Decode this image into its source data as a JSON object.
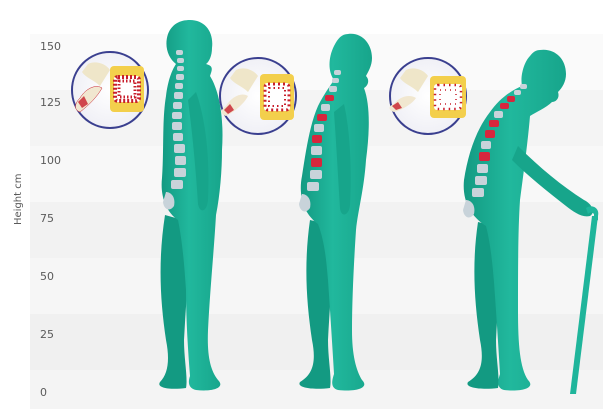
{
  "axis": {
    "label": "Height cm",
    "ticks": [
      "150",
      "125",
      "100",
      "75",
      "50",
      "25",
      "0"
    ]
  },
  "figures": [
    {
      "stage": "normal",
      "posture": "upright"
    },
    {
      "stage": "moderate",
      "posture": "slightly-stooped"
    },
    {
      "stage": "severe",
      "posture": "stooped-with-cane"
    }
  ],
  "colors": {
    "figure": "#1fb59b",
    "figure_dark": "#139a82",
    "spine_bone": "#c8d3da",
    "spine_fracture": "#d7263d",
    "bone_yellow": "#f3cf4c",
    "marrow_red": "#c81e2b",
    "inset_border": "#3a3f8f",
    "band_light": "#f6f6f6",
    "band_dark": "#ececec"
  },
  "icons": [
    "bone-cross-section-icon",
    "cane-icon"
  ]
}
